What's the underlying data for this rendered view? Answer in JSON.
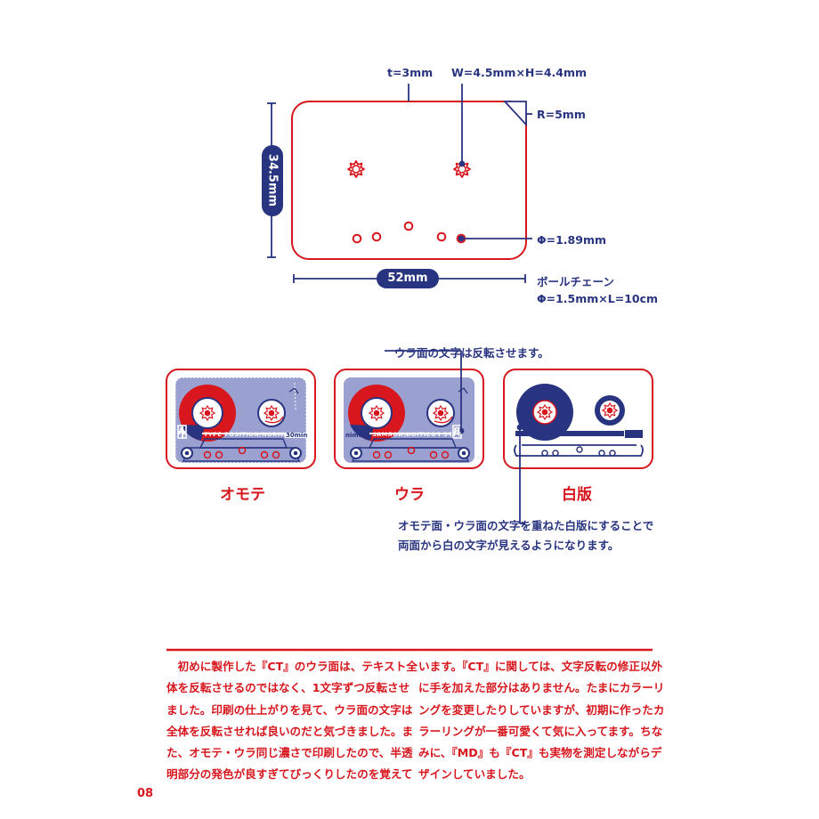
{
  "dimensions": {
    "thickness": "t=3mm",
    "hole_size": "W=4.5mm×H=4.4mm",
    "radius": "R=5mm",
    "height": "34.5mm",
    "width": "52mm",
    "small_hole": "Φ=1.89mm",
    "chain_name": "ボールチェーン",
    "chain_size": "Φ=1.5mm×L=10cm"
  },
  "variants": {
    "note_top": "ウラ面の文字は反転させます。",
    "front_label": "オモテ",
    "back_label": "ウラ",
    "white_label": "白版",
    "note_bottom_line1": "オモテ面・ウラ面の文字を重ねた白版にすることで",
    "note_bottom_line2": "両面から白の文字が見えるようになります。"
  },
  "cassette": {
    "side": "A",
    "side_reversed": "B",
    "type_text": "TYPE POSITION/NORMAL",
    "duration": "30min"
  },
  "body": {
    "left_lines": [
      "　初めに製作した『CT』のウラ面は、テキスト全",
      "体を反転させるのではなく、1文字ずつ反転させ",
      "ました。印刷の仕上がりを見て、ウラ面の文字は",
      "全体を反転させれば良いのだと気づきました。ま",
      "た、オモテ・ウラ同じ濃さで印刷したので、半透",
      "明部分の発色が良すぎてびっくりしたのを覚えて"
    ],
    "right_lines": [
      "います。『CT』に関しては、文字反転の修正以外",
      "に手を加えた部分はありません。たまにカラーリ",
      "ングを変更したりしていますが、初期に作ったカ",
      "ラーリングが一番可愛くて気に入ってます。ちな",
      "みに、『MD』も『CT』も実物を測定しながらデ",
      "ザインしていました。"
    ]
  },
  "page_number": "08",
  "colors": {
    "red": "#d7161d",
    "navy": "#283480",
    "lavender": "#9aa0cf"
  }
}
